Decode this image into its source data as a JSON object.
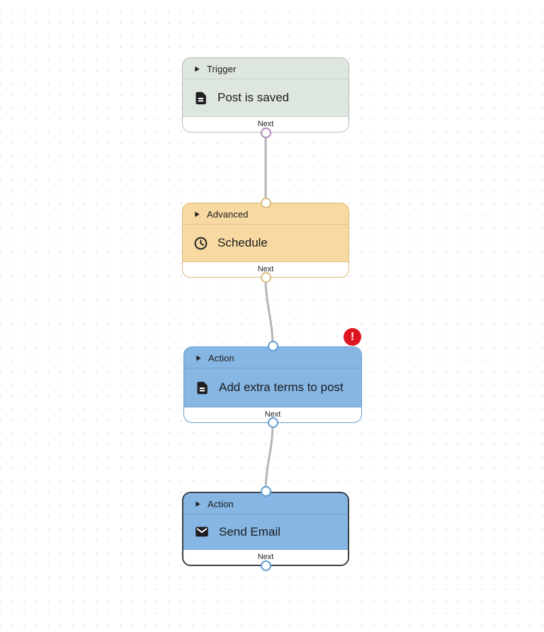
{
  "canvas": {
    "type": "workflow-editor-canvas",
    "background_color": "#ffffff",
    "dot_color": "#e2e2e2"
  },
  "edge_style": {
    "color": "#b5b5bb",
    "width": 3
  },
  "error_badge": {
    "glyph": "!",
    "color": "#dd1520"
  },
  "nodes": [
    {
      "category": "Trigger",
      "title": "Post is saved",
      "icon": "document-icon",
      "footer_label": "Next",
      "selected": false,
      "error": false,
      "colors": {
        "fill": "#dee7de",
        "border": "#b4bcb4",
        "divider": "#c6d0c6",
        "port": "#b287bd"
      }
    },
    {
      "category": "Advanced",
      "title": "Schedule",
      "icon": "clock-icon",
      "footer_label": "Next",
      "selected": false,
      "error": false,
      "colors": {
        "fill": "#f7d9a1",
        "border": "#dbb87c",
        "divider": "#e2c187",
        "port": "#ddbb80"
      }
    },
    {
      "category": "Action",
      "title": "Add extra terms to post",
      "icon": "document-icon",
      "footer_label": "Next",
      "selected": false,
      "error": true,
      "colors": {
        "fill": "#86b6e3",
        "border": "#669dd1",
        "divider": "#74a2cc",
        "port": "#5f9bd4"
      }
    },
    {
      "category": "Action",
      "title": "Send Email",
      "icon": "mail-icon",
      "footer_label": "Next",
      "selected": true,
      "error": false,
      "colors": {
        "fill": "#86b6e3",
        "border": "#3c4147",
        "divider": "#74a2cc",
        "port": "#5f9bd4"
      }
    }
  ],
  "edges": [
    {
      "from": "Trigger / Post is saved",
      "to": "Advanced / Schedule"
    },
    {
      "from": "Advanced / Schedule",
      "to": "Action / Add extra terms to post"
    },
    {
      "from": "Action / Add extra terms to post",
      "to": "Action / Send Email"
    }
  ]
}
